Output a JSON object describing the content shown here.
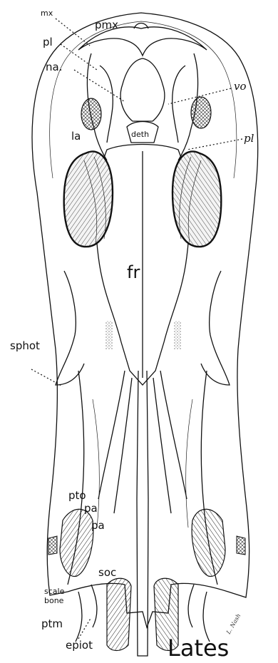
{
  "figure": {
    "title": "Lates",
    "signature": "L. Nash"
  },
  "labels": {
    "mx": "mx",
    "pmx": "pmx",
    "pl_left": "pl",
    "na": "na.",
    "vo": "vo",
    "pl_right": "pl",
    "la": "la",
    "deth": "deth",
    "fr": "fr",
    "sphot": "sphot",
    "pto": "pto",
    "pa_1": "pa",
    "pa_2": "pa",
    "soc": "soc",
    "scale": "scale",
    "bone": "bone",
    "ptm": "ptm",
    "epiot": "epiot"
  }
}
